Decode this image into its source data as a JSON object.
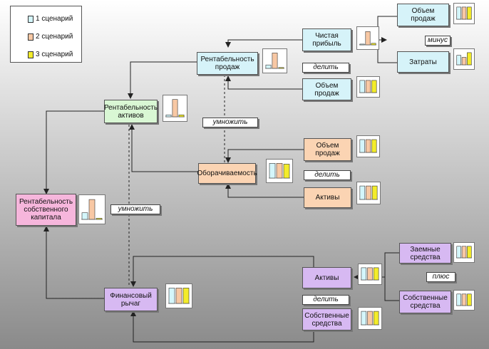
{
  "legend": {
    "items": [
      {
        "label": "1 сценарий",
        "color": "#d4f6fb"
      },
      {
        "label": "2 сценарий",
        "color": "#f8c8a4"
      },
      {
        "label": "3 сценарий",
        "color": "#f3ec2a"
      }
    ]
  },
  "nodes": {
    "roe": "Рентабельность собственного капитала",
    "roa": "Рентабельность активов",
    "ros": "Рентабельность продаж",
    "turnover": "Оборачиваемость",
    "leverage": "Финансовый рычаг",
    "net_profit": "Чистая прибыль",
    "sales_top": "Объем продаж",
    "costs": "Затраты",
    "sales_ros": "Объем продаж",
    "sales_turn": "Объем продаж",
    "assets_turn": "Активы",
    "assets_lev": "Активы",
    "equity_lev": "Собственные средства",
    "borrowed": "Заемные средства",
    "equity_src": "Собственные средства"
  },
  "operations": {
    "minus": "минус",
    "divide_ros": "делить",
    "multiply_roa": "умножить",
    "divide_turn": "делить",
    "multiply_roe": "умножить",
    "plus": "плюс",
    "divide_lev": "делить"
  },
  "chart_data": [
    {
      "type": "bar",
      "id": "mini-sales-top",
      "categories": [
        "1 сценарий",
        "2 сценарий",
        "3 сценарий"
      ],
      "values": [
        0.9,
        0.9,
        0.9
      ]
    },
    {
      "type": "bar",
      "id": "mini-net-profit",
      "categories": [
        "1 сценарий",
        "2 сценарий",
        "3 сценарий"
      ],
      "values": [
        0.05,
        0.85,
        0.1
      ]
    },
    {
      "type": "bar",
      "id": "mini-costs",
      "categories": [
        "1 сценарий",
        "2 сценарий",
        "3 сценарий"
      ],
      "values": [
        0.7,
        0.55,
        0.9
      ]
    },
    {
      "type": "bar",
      "id": "mini-ros",
      "categories": [
        "1 сценарий",
        "2 сценарий",
        "3 сценарий"
      ],
      "values": [
        0.2,
        0.9,
        0.05
      ]
    },
    {
      "type": "bar",
      "id": "mini-sales-ros",
      "categories": [
        "1 сценарий",
        "2 сценарий",
        "3 сценарий"
      ],
      "values": [
        0.9,
        0.9,
        0.9
      ]
    },
    {
      "type": "bar",
      "id": "mini-roa",
      "categories": [
        "1 сценарий",
        "2 сценарий",
        "3 сценарий"
      ],
      "values": [
        0.1,
        0.9,
        0.1
      ]
    },
    {
      "type": "bar",
      "id": "mini-sales-turn",
      "categories": [
        "1 сценарий",
        "2 сценарий",
        "3 сценарий"
      ],
      "values": [
        0.9,
        0.9,
        0.9
      ]
    },
    {
      "type": "bar",
      "id": "mini-turnover",
      "categories": [
        "1 сценарий",
        "2 сценарий",
        "3 сценарий"
      ],
      "values": [
        0.9,
        0.9,
        0.85
      ]
    },
    {
      "type": "bar",
      "id": "mini-assets-turn",
      "categories": [
        "1 сценарий",
        "2 сценарий",
        "3 сценарий"
      ],
      "values": [
        0.9,
        0.9,
        0.9
      ]
    },
    {
      "type": "bar",
      "id": "mini-roe",
      "categories": [
        "1 сценарий",
        "2 сценарий",
        "3 сценарий"
      ],
      "values": [
        0.3,
        0.9,
        0.05
      ]
    },
    {
      "type": "bar",
      "id": "mini-borrowed",
      "categories": [
        "1 сценарий",
        "2 сценарий",
        "3 сценарий"
      ],
      "values": [
        0.9,
        0.9,
        0.9
      ]
    },
    {
      "type": "bar",
      "id": "mini-assets-lev",
      "categories": [
        "1 сценарий",
        "2 сценарий",
        "3 сценарий"
      ],
      "values": [
        0.9,
        0.9,
        0.9
      ]
    },
    {
      "type": "bar",
      "id": "mini-leverage",
      "categories": [
        "1 сценарий",
        "2 сценарий",
        "3 сценарий"
      ],
      "values": [
        0.9,
        0.9,
        0.9
      ]
    },
    {
      "type": "bar",
      "id": "mini-equity-src",
      "categories": [
        "1 сценарий",
        "2 сценарий",
        "3 сценарий"
      ],
      "values": [
        0.9,
        0.9,
        0.9
      ]
    },
    {
      "type": "bar",
      "id": "mini-equity-lev",
      "categories": [
        "1 сценарий",
        "2 сценарий",
        "3 сценарий"
      ],
      "values": [
        0.9,
        0.9,
        0.9
      ]
    }
  ]
}
